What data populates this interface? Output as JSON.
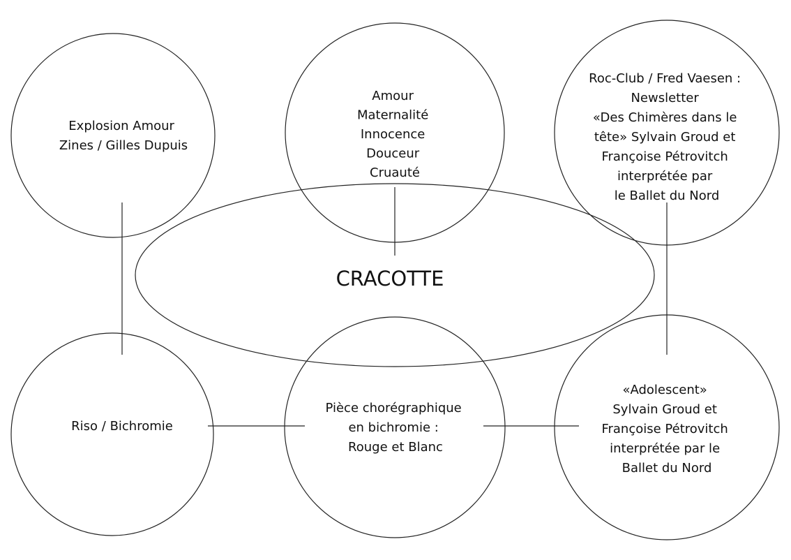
{
  "center": {
    "label": "CRACOTTE"
  },
  "nodes": [
    {
      "id": "explosion-amour",
      "lines": [
        "Explosion Amour",
        "Zines / Gilles Dupuis"
      ]
    },
    {
      "id": "themes",
      "lines": [
        "Amour",
        "Maternalité",
        "Innocence",
        "Douceur",
        "Cruauté"
      ]
    },
    {
      "id": "roc-club",
      "lines": [
        "Roc-Club / Fred Vaesen :",
        "Newsletter",
        "«Des Chimères dans le",
        "tête»  Sylvain Groud et",
        "Françoise Pétrovitch",
        "interprétée par",
        "le Ballet du Nord"
      ]
    },
    {
      "id": "riso",
      "lines": [
        "Riso / Bichromie"
      ]
    },
    {
      "id": "piece-choregraphique",
      "lines": [
        "Pièce chorégraphique",
        "en bichromie :",
        "Rouge et Blanc"
      ]
    },
    {
      "id": "adolescent",
      "lines": [
        "«Adolescent»",
        "Sylvain Groud et",
        "Françoise Pétrovitch",
        "interprétée par le",
        "Ballet du Nord"
      ]
    }
  ]
}
